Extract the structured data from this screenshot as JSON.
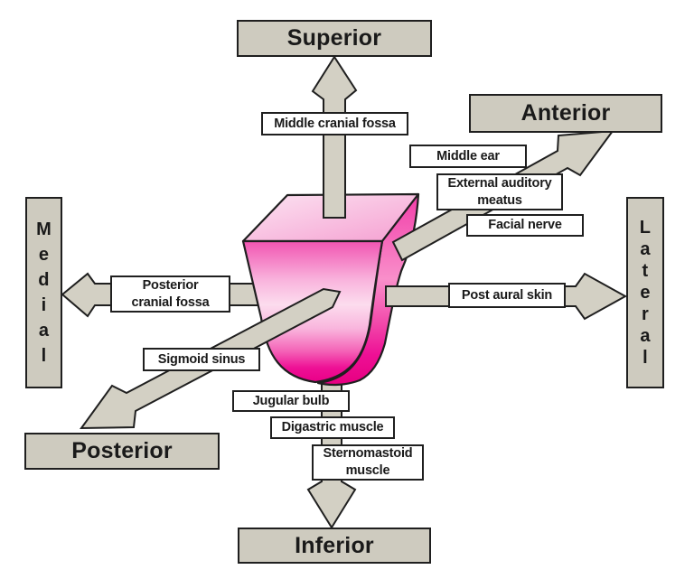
{
  "directions": {
    "superior": "Superior",
    "anterior": "Anterior",
    "medial": "Medial",
    "lateral": "Lateral",
    "posterior": "Posterior",
    "inferior": "Inferior"
  },
  "structures": {
    "middle_cranial_fossa": "Middle cranial fossa",
    "middle_ear": "Middle ear",
    "external_auditory_meatus": "External auditory\nmeatus",
    "facial_nerve": "Facial nerve",
    "post_aural_skin": "Post aural skin",
    "posterior_cranial_fossa": "Posterior\ncranial fossa",
    "sigmoid_sinus": "Sigmoid sinus",
    "jugular_bulb": "Jugular bulb",
    "digastric_muscle": "Digastric muscle",
    "sternomastoid_muscle": "Sternomastoid\nmuscle"
  },
  "colors": {
    "page_background": "#ffffff",
    "box_fill": "#cecbbf",
    "arrow_fill": "#d3d0c4",
    "label_fill": "#ffffff",
    "outline": "#1f1f1f",
    "text": "#1a1a1a",
    "pink_face_top": "#f154b1",
    "pink_light": "#f9b5dd",
    "pink_lightest": "#fcdcee",
    "pink_mid": "#f463b7",
    "pink_deep": "#ee1095",
    "pink_darkest": "#ea0088",
    "pink_top_light": "#fce4f2",
    "pink_top_deep": "#f59fd1",
    "pink_right_top": "#f23ea9",
    "pink_right_sheen": "#f98fca",
    "pink_right_mid": "#f24aab",
    "pink_right_bottom": "#e70082"
  }
}
